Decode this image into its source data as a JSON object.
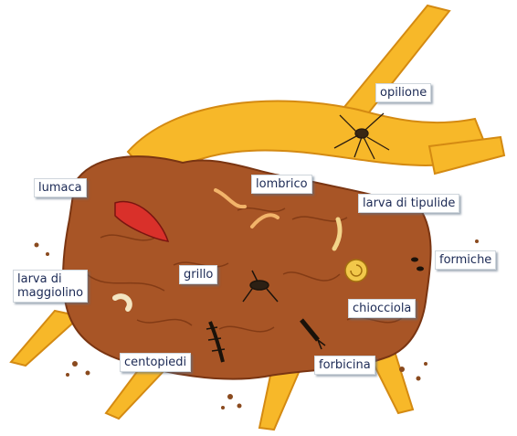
{
  "diagram": {
    "labels": {
      "opilione": "opilione",
      "lumaca": "lumaca",
      "lombrico": "lombrico",
      "larva_tipulide": "larva di tipulide",
      "formiche": "formiche",
      "larva_maggiolino": "larva di\nmaggiolino",
      "grillo": "grillo",
      "chiocciola": "chiocciola",
      "centopiedi": "centopiedi",
      "forbicina": "forbicina"
    },
    "colors": {
      "fork": "#f7b829",
      "fork_edge": "#d48a12",
      "soil": "#a85526",
      "soil_dark": "#7a3512",
      "label_text": "#1c2a55"
    }
  }
}
